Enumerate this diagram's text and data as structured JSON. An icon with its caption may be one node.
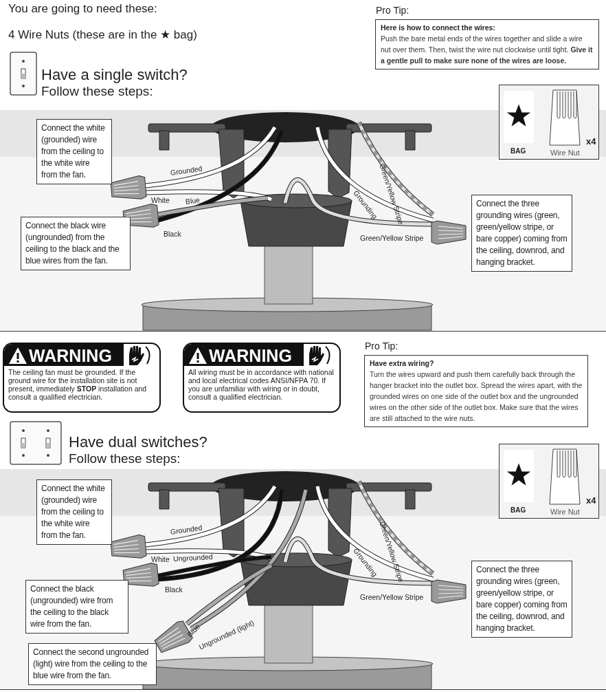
{
  "diagram": {
    "nodes": [
      {
        "text": [
          "Pro Tip:",
          "Here is how to connect the wires:",
          "Push the bare metal ends of the wires together and slide a wire nut over them. Then, twist the wire nut clockwise until tight. **Give it a gentle pull to make sure none of the wires are loose.**"
        ]
      },
      {
        "text": [
          "BAG",
          "Wire Nut",
          "x4"
        ]
      },
      {
        "text": [
          "Connect the white (grounded) wire from the ceiling to the white wire from the fan."
        ]
      },
      {
        "text": [
          "Connect the black wire (ungrounded) from the ceiling to the black and the blue wires from the fan."
        ]
      },
      {
        "text": [
          "Connect the three grounding wires (green, green/yellow stripe, or bare copper) coming from the ceiling, downrod, and hanging bracket."
        ]
      },
      {
        "text": [
          "WARNING",
          "The ceiling fan must be grounded. If the ground wire for the installation site is not present, immediately **STOP** installation and consult a qualified electrician."
        ]
      },
      {
        "text": [
          "WARNING",
          "All wiring must be in accordance with national and local electrical codes ANSI/NFPA 70. If you are unfamiliar with wiring or in doubt, consult a qualified electrician."
        ]
      },
      {
        "text": [
          "Pro Tip:",
          "Have extra wiring?",
          "Turn the wires upward and push them carefully back through the hanger bracket into the outlet box. Spread the wires apart, with the grounded wires on one side of the outlet box and the ungrounded wires on the other side of the outlet box. Make sure that the wires are still attached to the wire nuts."
        ]
      },
      {
        "text": [
          "BAG",
          "Wire Nut",
          "x4"
        ]
      },
      {
        "text": [
          "Connect the white (grounded) wire from the ceiling to the white wire from the fan."
        ]
      },
      {
        "text": [
          "Connect the three grounding wires (green, green/yellow stripe, or bare copper) coming from the ceiling, downrod, and hanging bracket."
        ]
      },
      {
        "text": [
          "Connect the black (ungrounded) wire from the ceiling to the black wire from the fan."
        ]
      },
      {
        "text": [
          "Connect the second ungrounded (light) wire from the ceiling to the blue wire from the fan."
        ]
      }
    ],
    "labels": [
      "You are going to need these:",
      "4 Wire Nuts (these are in the ★ bag)",
      "Have a single switch?",
      "Follow these steps:",
      "Grounded",
      "White",
      "Blue",
      "Black",
      "Grounding",
      "Green/Yellow Stripe",
      "Green/Yellow Stripe",
      "Have dual switches?",
      "Follow these steps:",
      "Grounded",
      "White",
      "Ungrounded",
      "Black",
      "Blue",
      "Ungrounded (light)",
      "Grounding",
      "Green/Yellow Stripe",
      "Green/Yellow Stripe"
    ]
  }
}
